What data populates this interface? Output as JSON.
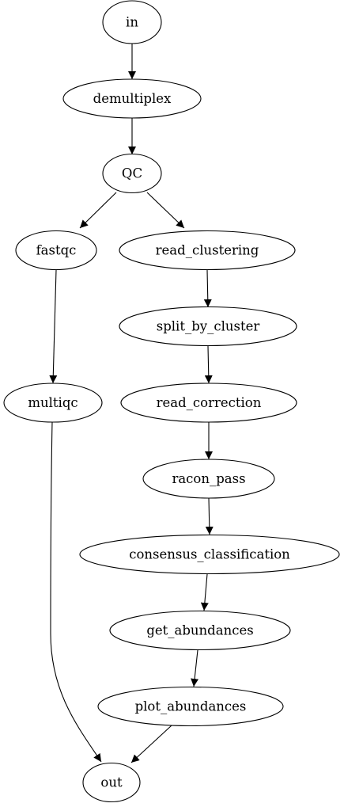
{
  "nodes": {
    "in": "in",
    "demultiplex": "demultiplex",
    "qc": "QC",
    "fastqc": "fastqc",
    "read_clustering": "read_clustering",
    "multiqc": "multiqc",
    "split_by_cluster": "split_by_cluster",
    "read_correction": "read_correction",
    "racon_pass": "racon_pass",
    "consensus_classification": "consensus_classification",
    "get_abundances": "get_abundances",
    "plot_abundances": "plot_abundances",
    "out": "out"
  },
  "edges": [
    {
      "from": "in",
      "to": "demultiplex"
    },
    {
      "from": "demultiplex",
      "to": "qc"
    },
    {
      "from": "qc",
      "to": "fastqc"
    },
    {
      "from": "qc",
      "to": "read_clustering"
    },
    {
      "from": "fastqc",
      "to": "multiqc"
    },
    {
      "from": "read_clustering",
      "to": "split_by_cluster"
    },
    {
      "from": "split_by_cluster",
      "to": "read_correction"
    },
    {
      "from": "read_correction",
      "to": "racon_pass"
    },
    {
      "from": "racon_pass",
      "to": "consensus_classification"
    },
    {
      "from": "consensus_classification",
      "to": "get_abundances"
    },
    {
      "from": "get_abundances",
      "to": "plot_abundances"
    },
    {
      "from": "multiqc",
      "to": "out"
    },
    {
      "from": "plot_abundances",
      "to": "out"
    }
  ]
}
